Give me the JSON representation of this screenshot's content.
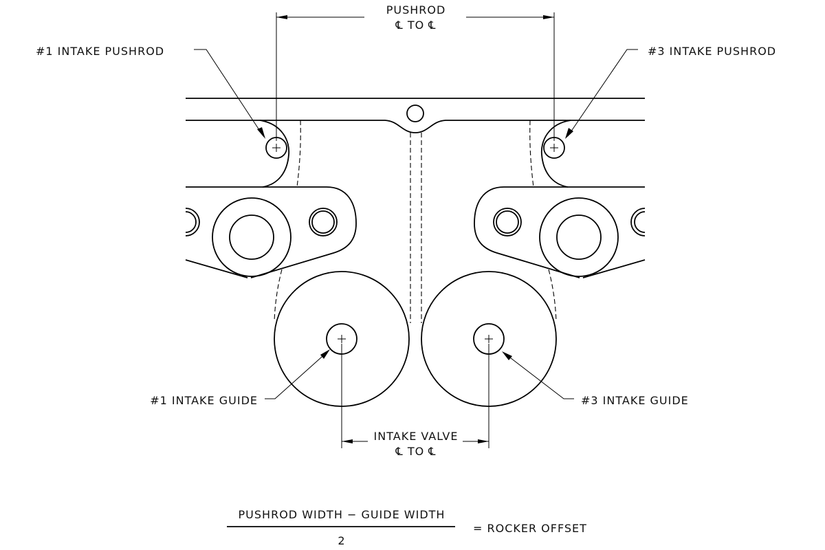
{
  "labels": {
    "pushrod_dim_line1": "PUSHROD",
    "pushrod_dim_line2": "℄ TO ℄",
    "left_pushrod": "#1 INTAKE PUSHROD",
    "right_pushrod": "#3 INTAKE PUSHROD",
    "left_guide": "#1 INTAKE GUIDE",
    "right_guide": "#3 INTAKE GUIDE",
    "valve_dim_line1": "INTAKE VALVE",
    "valve_dim_line2": "℄ TO ℄"
  },
  "formula": {
    "numerator": "PUSHROD WIDTH − GUIDE WIDTH",
    "denominator": "2",
    "result": "= ROCKER OFFSET"
  },
  "colors": {
    "ink": "#000000",
    "background": "#ffffff"
  }
}
